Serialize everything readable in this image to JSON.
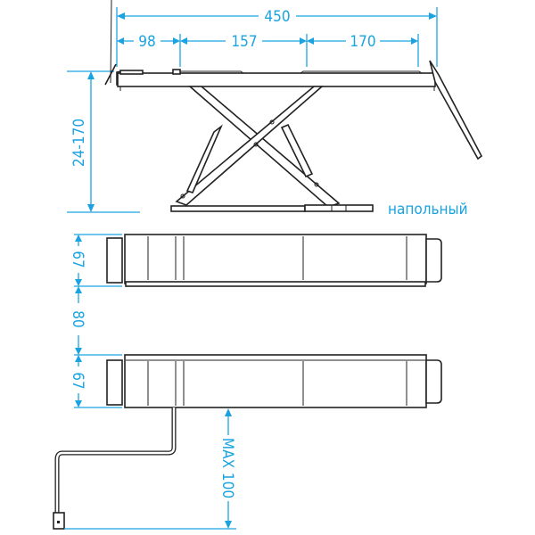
{
  "colors": {
    "dimension": "#1aa3e0",
    "line": "#222222"
  },
  "side_view": {
    "overall_length": "450",
    "segment_1": "98",
    "segment_2": "157",
    "segment_3": "170",
    "height_range": "24-170",
    "mount_type": "напольный"
  },
  "top_view": {
    "platform_width_1": "67",
    "gap": "80",
    "platform_width_2": "67",
    "cable_length": "MAX 100"
  }
}
